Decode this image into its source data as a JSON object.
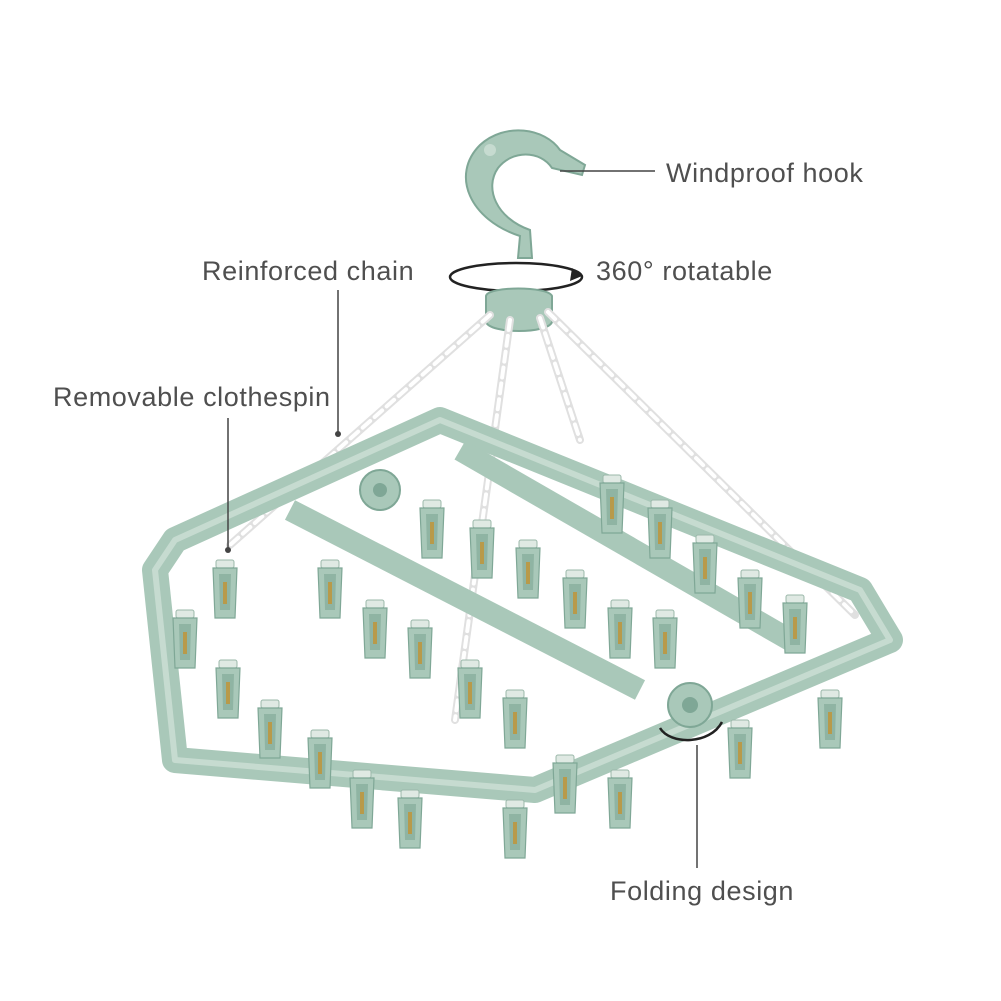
{
  "labels": {
    "hook": "Windproof hook",
    "chain": "Reinforced chain",
    "rotate": "360° rotatable",
    "clothespin": "Removable clothespin",
    "folding": "Folding design"
  },
  "colors": {
    "product": "#a9c8b9",
    "product_dark": "#7fa796",
    "chain": "#f4f4f4",
    "leader_line": "#444444",
    "label_text": "#4f4f4f",
    "clip_metal": "#b89a4a"
  }
}
